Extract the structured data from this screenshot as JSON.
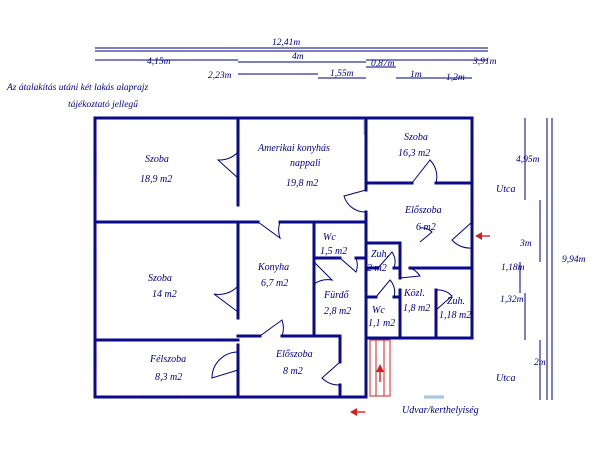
{
  "title": {
    "line1": "Az átalakítás utáni két lakás alaprajz",
    "line2": "tájékoztató jellegű"
  },
  "dimensions": {
    "total_width": "12,41m",
    "left_width": "4,15m",
    "middle_width": "4m",
    "right_width": "3,91m",
    "d_223": "2,23m",
    "d_155": "1,55m",
    "d_087": "0,87m",
    "d_1m": "1m",
    "d_12": "1,2m",
    "side_495": "4,95m",
    "side_3m": "3m",
    "side_118": "1,18m",
    "side_132": "1,32m",
    "side_2m": "2m",
    "side_total": "9,94m"
  },
  "rooms": {
    "szoba1": {
      "name": "Szoba",
      "area": "18,9 m2"
    },
    "amerikai": {
      "name1": "Amerikai konyhás",
      "name2": "nappali",
      "area": "19,8 m2"
    },
    "szoba_r": {
      "name": "Szoba",
      "area": "16,3 m2"
    },
    "eloszoba_r": {
      "name": "Előszoba",
      "area": "6 m2"
    },
    "szoba2": {
      "name": "Szoba",
      "area": "14 m2"
    },
    "konyha": {
      "name": "Konyha",
      "area": "6,7 m2"
    },
    "wc1": {
      "name": "Wc",
      "area": "1,5 m2"
    },
    "zuh1": {
      "name": "Zuh.",
      "area": "2 m2"
    },
    "furdo": {
      "name": "Fürdő",
      "area": "2,8 m2"
    },
    "wc2": {
      "name": "Wc",
      "area": "1,1 m2"
    },
    "kozl": {
      "name": "Közl.",
      "area": "1,8 m2"
    },
    "zuh2": {
      "name": "Zuh.",
      "area": "1,18 m2"
    },
    "felszoba": {
      "name": "Félszoba",
      "area": "8,3 m2"
    },
    "eloszoba_b": {
      "name": "Előszoba",
      "area": "8 m2"
    }
  },
  "labels": {
    "utca_top": "Utca",
    "utca_bottom": "Utca",
    "udvar": "Udvar/kerthelyiség"
  },
  "colors": {
    "wall": "#0a0a8a",
    "window": "#a8c8e8",
    "text": "#000080",
    "arrow": "#d42020"
  }
}
